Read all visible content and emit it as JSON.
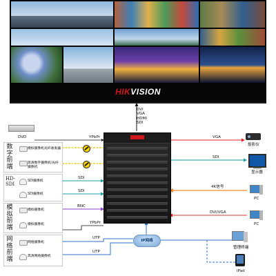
{
  "wall": {
    "logo_red": "HIK",
    "logo_white": "VISION"
  },
  "cabinet_inputs": [
    "DVI",
    "VGA",
    "HDMI",
    "SDI"
  ],
  "left": {
    "dvd_label": "DVD",
    "group_digital": {
      "title": "数字前端",
      "devices": [
        "模拟摄像机",
        "光纤收发器",
        "高清数字摄像机/光纤摄像机"
      ]
    },
    "group_hdsdi": {
      "title": "HD-SDI",
      "devices": [
        "SDI摄像机",
        "SDI摄像机"
      ]
    },
    "group_analog": {
      "title": "模拟前端",
      "devices": [
        "模拟摄像机",
        "模拟摄像机"
      ]
    },
    "group_network": {
      "title": "网络前端",
      "devices": [
        "网络摄像机",
        "高清网络摄像机"
      ]
    }
  },
  "links": {
    "ypbpr": "YPbPr",
    "sdi": "SDI",
    "bnc": "BNC",
    "ypbpr2": "YPbPr",
    "utp": "UTP",
    "ip_cloud": "IP网络"
  },
  "right": {
    "vga": "VGA",
    "projector": "投影仪",
    "sdi": "SDI",
    "monitor": "显示器",
    "signal_4k": "4K信号",
    "pc1": "PC",
    "dvi_vga": "DVI/VGA",
    "pc2": "PC",
    "terminal": "管理终端",
    "ipad": "iPad"
  },
  "colors": {
    "hik_red": "#d1161d",
    "vga_line": "#e0202a",
    "sdi_line": "#18a0a0",
    "yellow_line": "#e6c400",
    "bnc_line": "#8a3fc8",
    "utp_line": "#2f74c9",
    "signal_4k_line": "#f0882a",
    "dvi_line": "#d43a3a"
  }
}
